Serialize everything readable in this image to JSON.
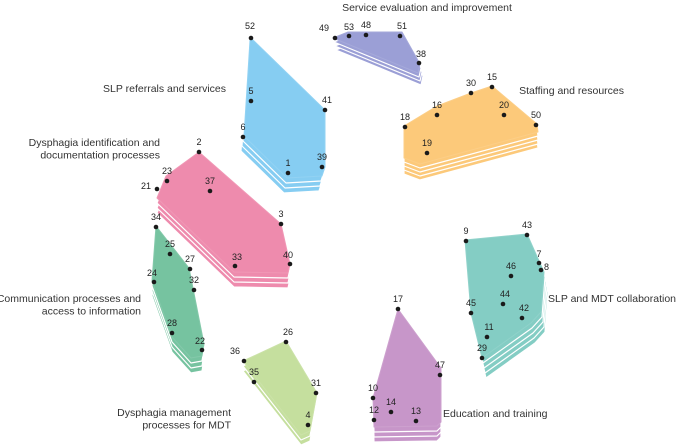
{
  "clusters": [
    {
      "id": "service-evaluation",
      "label_lines": [
        "Service evaluation and improvement"
      ],
      "color": "#9b9fd6",
      "points": [
        "49",
        "53",
        "48",
        "51",
        "38"
      ]
    },
    {
      "id": "slp-referrals",
      "label_lines": [
        "SLP referrals and services"
      ],
      "color": "#86cdf2",
      "points": [
        "52",
        "5",
        "41",
        "6",
        "1",
        "39"
      ]
    },
    {
      "id": "staffing",
      "label_lines": [
        "Staffing and resources"
      ],
      "color": "#fcc97a",
      "points": [
        "30",
        "15",
        "16",
        "20",
        "18",
        "50",
        "19"
      ]
    },
    {
      "id": "dysphagia-identification",
      "label_lines": [
        "Dysphagia identification and",
        "documentation processes"
      ],
      "color": "#ee8bad",
      "points": [
        "2",
        "23",
        "37",
        "21",
        "3",
        "33",
        "40"
      ]
    },
    {
      "id": "communication",
      "label_lines": [
        "Communication processes and",
        "access to information"
      ],
      "color": "#76c3a0",
      "points": [
        "34",
        "25",
        "27",
        "24",
        "32",
        "28",
        "22"
      ]
    },
    {
      "id": "slp-mdt-collaboration",
      "label_lines": [
        "SLP and MDT collaboration"
      ],
      "color": "#84cdc4",
      "points": [
        "9",
        "43",
        "7",
        "8",
        "46",
        "44",
        "45",
        "42",
        "11",
        "29"
      ]
    },
    {
      "id": "dysphagia-management",
      "label_lines": [
        "Dysphagia management",
        "processes for MDT"
      ],
      "color": "#c5df9e",
      "points": [
        "26",
        "36",
        "35",
        "31",
        "4"
      ]
    },
    {
      "id": "education-training",
      "label_lines": [
        "Education and training"
      ],
      "color": "#c796c9",
      "points": [
        "17",
        "47",
        "10",
        "14",
        "12",
        "13"
      ]
    }
  ]
}
